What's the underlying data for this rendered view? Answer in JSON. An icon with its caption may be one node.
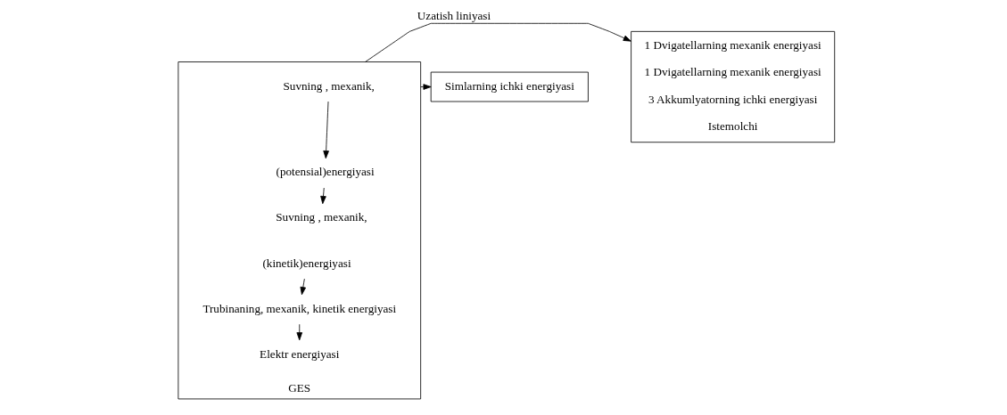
{
  "diagram": {
    "nodes": [
      {
        "text": [
          "GES"
        ]
      },
      {
        "text": [
          "Suvning , mexanik,"
        ],
        "in": 0
      },
      {
        "text": [
          "(potensial)energiyasi"
        ],
        "in": 0
      },
      {
        "text": [
          "Suvning , mexanik,"
        ],
        "in": 0
      },
      {
        "text": [
          "(kinetik)energiyasi"
        ],
        "in": 0
      },
      {
        "text": [
          "Trubinaning, mexanik, kinetik energiyasi"
        ],
        "in": 0
      },
      {
        "text": [
          "Elektr energiyasi"
        ],
        "in": 0
      },
      {
        "text": [
          "Simlarning ichki energiyasi"
        ]
      },
      {
        "text": [
          "1 Dvigatellarning mexanik energiyasi",
          "1 Dvigatellarning mexanik energiyasi",
          "3 Akkumlyatorning ichki energiyasi",
          "Istemolchi"
        ]
      }
    ],
    "edges": [
      {
        "from": 1,
        "to": 2,
        "arrow": "to"
      },
      {
        "from": 2,
        "to": 3,
        "arrow": "to"
      },
      {
        "from": 4,
        "to": 5,
        "arrow": "to"
      },
      {
        "from": 5,
        "to": 6,
        "arrow": "to"
      },
      {
        "from": 0,
        "to": 8,
        "arrow": "to",
        "label": "Uzatish liniyasi"
      },
      {
        "from": 0,
        "to": 7,
        "arrow": "to"
      }
    ]
  }
}
